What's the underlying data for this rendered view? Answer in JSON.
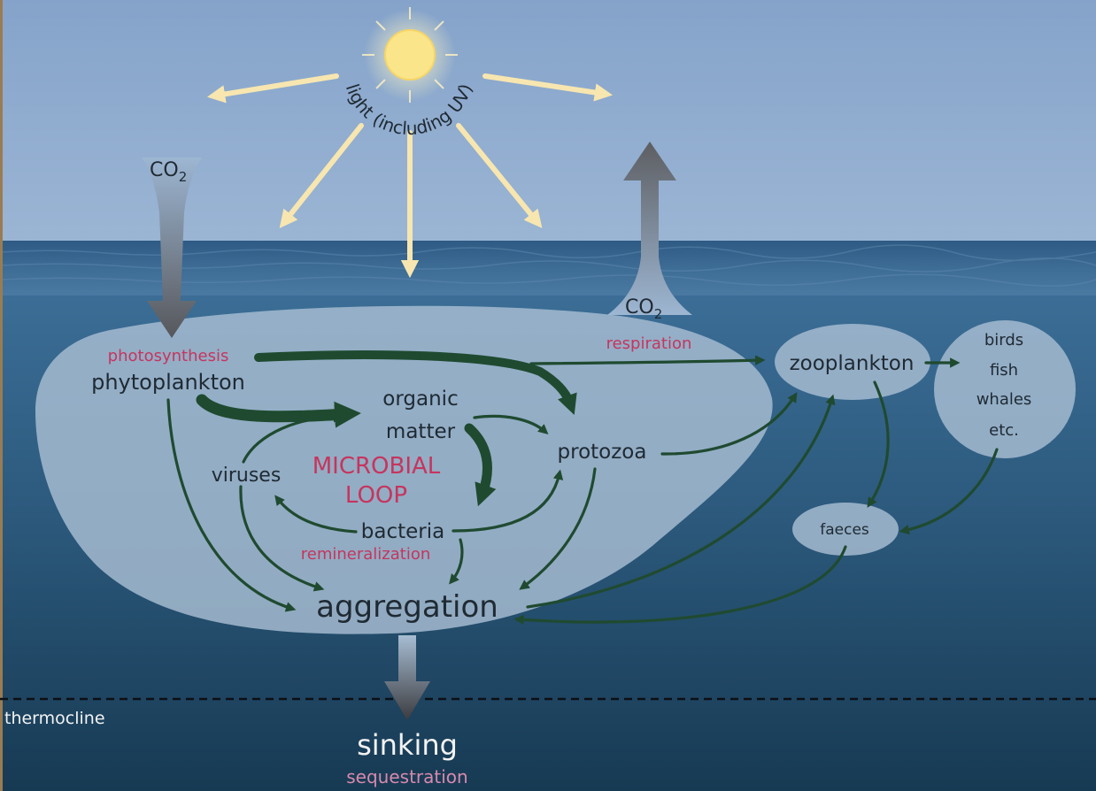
{
  "labels": {
    "light": "light (including UV)",
    "co2_atmosphere": "CO",
    "co2_atmosphere_sub": "2",
    "co2_respiration": "CO",
    "co2_respiration_sub": "2",
    "respiration": "respiration",
    "photosynthesis": "photosynthesis",
    "phytoplankton": "phytoplankton",
    "organic": "organic",
    "matter": "matter",
    "microbial": "MICROBIAL",
    "loop": "LOOP",
    "viruses": "viruses",
    "protozoa": "protozoa",
    "bacteria": "bacteria",
    "remineralization": "remineralization",
    "aggregation": "aggregation",
    "zooplankton": "zooplankton",
    "birds": "birds",
    "fish": "fish",
    "whales": "whales",
    "etc": "etc.",
    "faeces": "faeces",
    "thermocline": "thermocline",
    "sinking": "sinking",
    "sequestration": "sequestration"
  },
  "colors": {
    "sky": "#87a5cb",
    "ocean_top": "#3a6d97",
    "ocean_bottom": "#1a3e58",
    "blob": "#9fb8cf",
    "arrow_green": "#1f4a30",
    "light_ray": "#f7e6b0",
    "sun": "#fbe58a",
    "pink": "#c6355e"
  }
}
